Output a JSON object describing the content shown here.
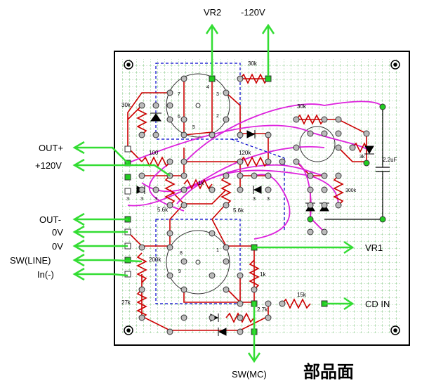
{
  "title": "部品面",
  "terminals": {
    "vr2": "VR2",
    "neg120": "-120V",
    "out_plus": "OUT+",
    "pos120": "+120V",
    "out_minus": "OUT-",
    "zero_v_1": "0V",
    "zero_v_2": "0V",
    "sw_line": "SW(LINE)",
    "in_minus": "In(-)",
    "vr1": "VR1",
    "cd_in": "CD IN",
    "sw_mc": "SW(MC)"
  },
  "resistors": {
    "r_30k_top": "30k",
    "r_30k_left": "30k",
    "r_30k_right": "30k",
    "r_100": "100",
    "r_120k": "120k",
    "r_5_6k_left": "5.6k",
    "r_5_6k_right": "5.6k",
    "r_300k_right": "300k",
    "r_1k_mid": "1k",
    "r_1k_lower": "1k",
    "r_200k": "200k",
    "r_27k_left": "27k",
    "r_2_7k": "2.7k",
    "r_15k": "15k",
    "r_3k": "3k"
  },
  "capacitor": "2.2uF",
  "pin_numbers": [
    "4",
    "3",
    "2",
    "5",
    "6",
    "7",
    "8",
    "9",
    "1",
    "3",
    "3",
    "3",
    "3",
    "3"
  ],
  "colors": {
    "board_border": "#000000",
    "grid": "#44aa44",
    "trace": "#cc0000",
    "jumper": "#dd22dd",
    "arrow": "#33dd33",
    "dashed_outline": "#0000cc"
  }
}
